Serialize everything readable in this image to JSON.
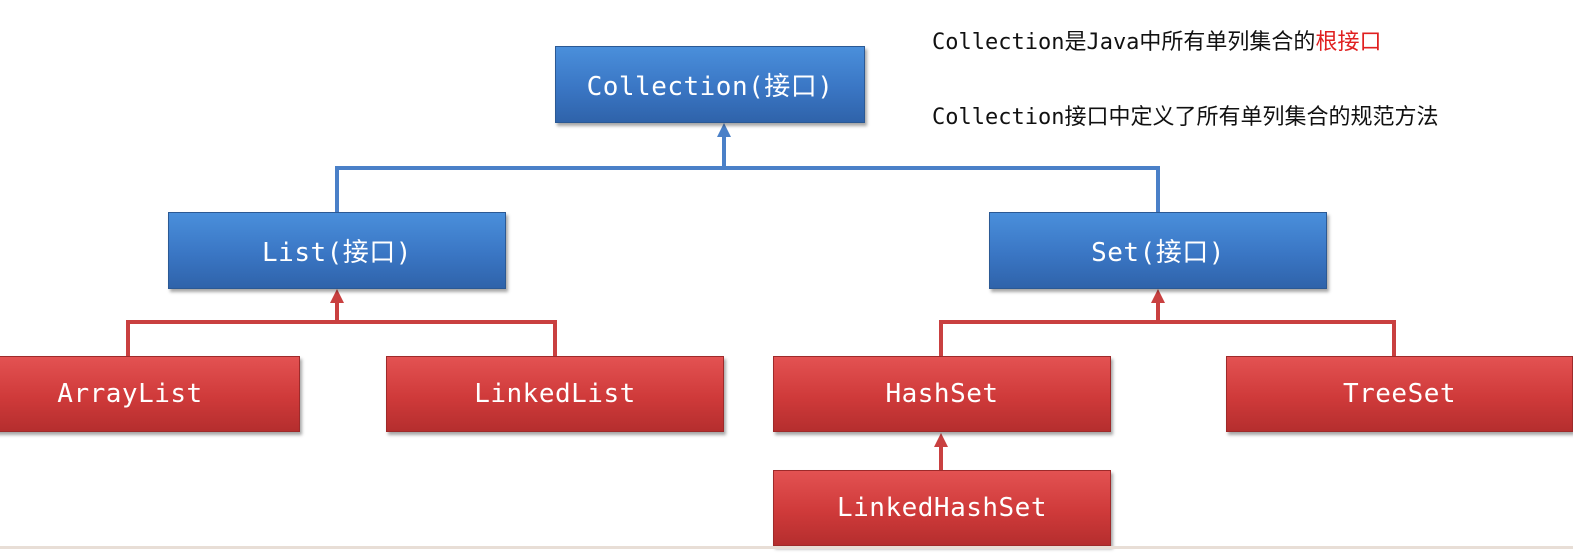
{
  "nodes": {
    "collection": "Collection(接口)",
    "list": "List(接口)",
    "set": "Set(接口)",
    "arraylist": "ArrayList",
    "linkedlist": "LinkedList",
    "hashset": "HashSet",
    "treeset": "TreeSet",
    "linkedhashset": "LinkedHashSet"
  },
  "notes": {
    "line1_prefix": "Collection是Java中所有单列集合的",
    "line1_highlight": "根接口",
    "line2": "Collection接口中定义了所有单列集合的规范方法"
  },
  "colors": {
    "interface_blue": "#3a76c4",
    "class_red": "#cf3a3a",
    "highlight_red": "#e02020"
  }
}
